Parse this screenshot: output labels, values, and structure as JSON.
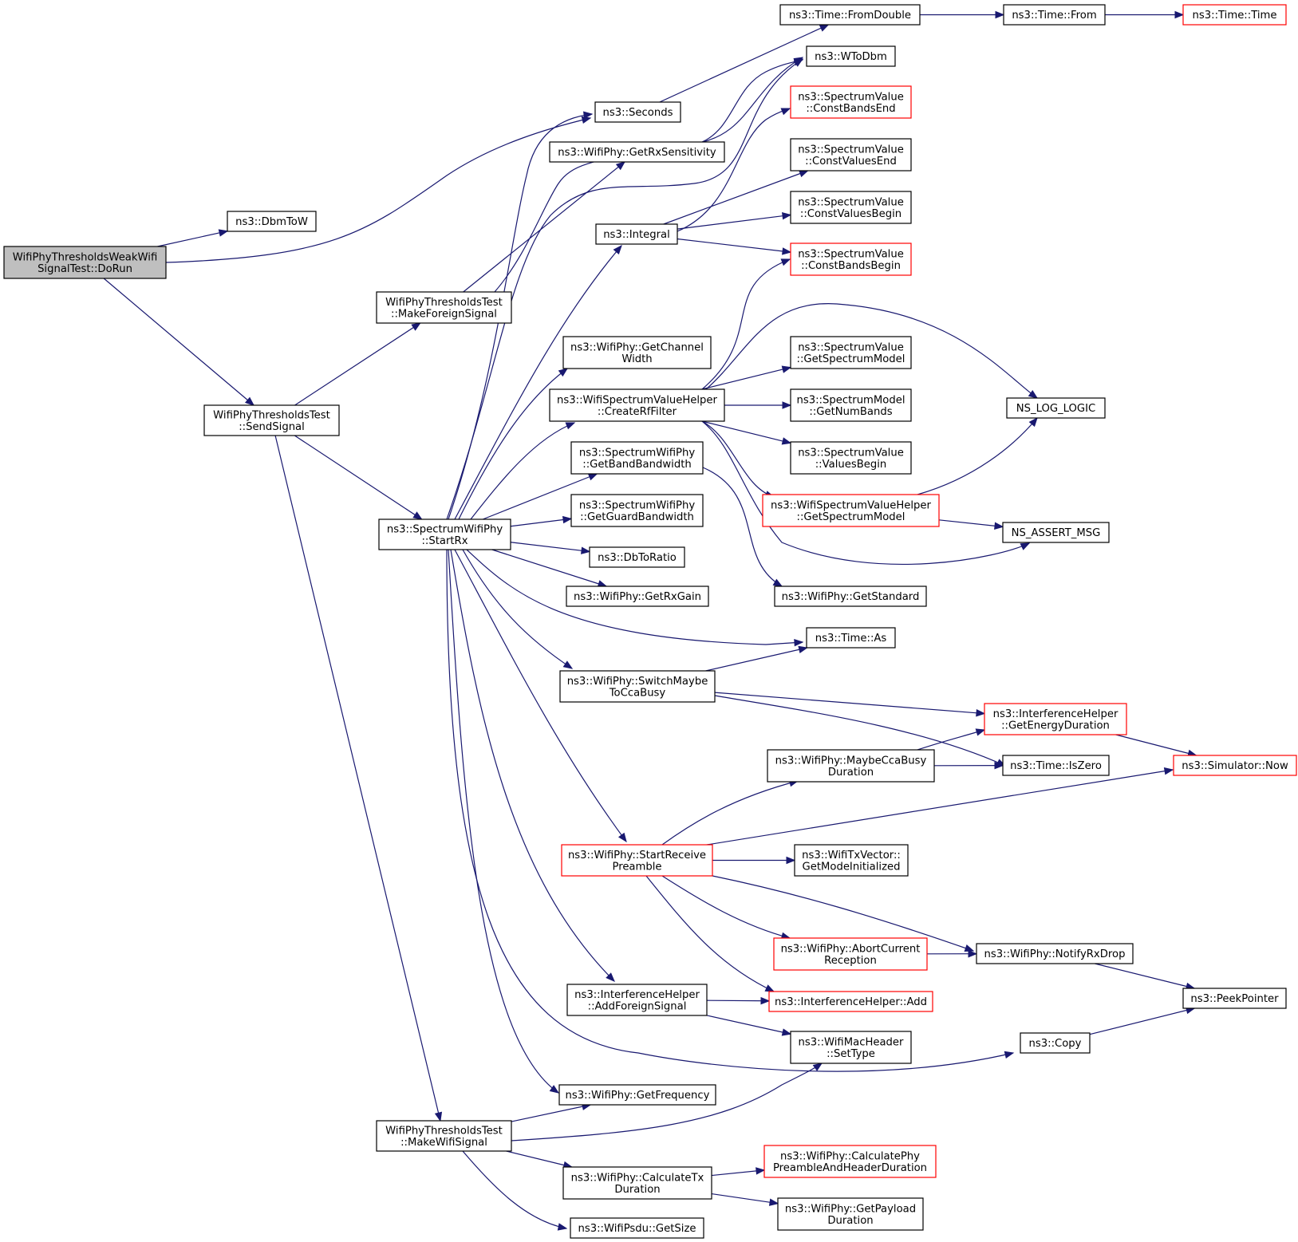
{
  "graph": {
    "type": "call-graph",
    "colors": {
      "edge": "#191970",
      "node_border": "#000000",
      "truncated_border": "#ff0000",
      "root_fill": "#bfbfbf",
      "node_fill": "#ffffff"
    },
    "nodes": [
      {
        "id": "dorun",
        "lines": [
          "WifiPhyThresholdsWeakWifi",
          "SignalTest::DoRun"
        ],
        "kind": "root"
      },
      {
        "id": "dbmtow",
        "lines": [
          "ns3::DbmToW"
        ],
        "kind": "normal"
      },
      {
        "id": "sendsignal",
        "lines": [
          "WifiPhyThresholdsTest",
          "::SendSignal"
        ],
        "kind": "normal"
      },
      {
        "id": "seconds",
        "lines": [
          "ns3::Seconds"
        ],
        "kind": "normal"
      },
      {
        "id": "fromdouble",
        "lines": [
          "ns3::Time::FromDouble"
        ],
        "kind": "normal"
      },
      {
        "id": "timefrom",
        "lines": [
          "ns3::Time::From"
        ],
        "kind": "normal"
      },
      {
        "id": "timetime",
        "lines": [
          "ns3::Time::Time"
        ],
        "kind": "truncated"
      },
      {
        "id": "wtodbm",
        "lines": [
          "ns3::WToDbm"
        ],
        "kind": "normal"
      },
      {
        "id": "makeforeign",
        "lines": [
          "WifiPhyThresholdsTest",
          "::MakeForeignSignal"
        ],
        "kind": "normal"
      },
      {
        "id": "getrxsens",
        "lines": [
          "ns3::WifiPhy::GetRxSensitivity"
        ],
        "kind": "normal"
      },
      {
        "id": "startrx",
        "lines": [
          "ns3::SpectrumWifiPhy",
          "::StartRx"
        ],
        "kind": "normal"
      },
      {
        "id": "makewifi",
        "lines": [
          "WifiPhyThresholdsTest",
          "::MakeWifiSignal"
        ],
        "kind": "normal"
      },
      {
        "id": "integral",
        "lines": [
          "ns3::Integral"
        ],
        "kind": "normal"
      },
      {
        "id": "constbandsend",
        "lines": [
          "ns3::SpectrumValue",
          "::ConstBandsEnd"
        ],
        "kind": "truncated"
      },
      {
        "id": "constvaluesend",
        "lines": [
          "ns3::SpectrumValue",
          "::ConstValuesEnd"
        ],
        "kind": "normal"
      },
      {
        "id": "constvaluesbegin",
        "lines": [
          "ns3::SpectrumValue",
          "::ConstValuesBegin"
        ],
        "kind": "normal"
      },
      {
        "id": "constbandsbegin",
        "lines": [
          "ns3::SpectrumValue",
          "::ConstBandsBegin"
        ],
        "kind": "truncated"
      },
      {
        "id": "getchanwidth",
        "lines": [
          "ns3::WifiPhy::GetChannel",
          "Width"
        ],
        "kind": "normal"
      },
      {
        "id": "createrf",
        "lines": [
          "ns3::WifiSpectrumValueHelper",
          "::CreateRfFilter"
        ],
        "kind": "normal"
      },
      {
        "id": "getspecmodel",
        "lines": [
          "ns3::SpectrumValue",
          "::GetSpectrumModel"
        ],
        "kind": "normal"
      },
      {
        "id": "getnumbands",
        "lines": [
          "ns3::SpectrumModel",
          "::GetNumBands"
        ],
        "kind": "normal"
      },
      {
        "id": "valuesbegin",
        "lines": [
          "ns3::SpectrumValue",
          "::ValuesBegin"
        ],
        "kind": "normal"
      },
      {
        "id": "wsvhgetspecmodel",
        "lines": [
          "ns3::WifiSpectrumValueHelper",
          "::GetSpectrumModel"
        ],
        "kind": "truncated"
      },
      {
        "id": "nsloglogic",
        "lines": [
          "NS_LOG_LOGIC"
        ],
        "kind": "normal"
      },
      {
        "id": "nsassertmsg",
        "lines": [
          "NS_ASSERT_MSG"
        ],
        "kind": "normal"
      },
      {
        "id": "getbandbw",
        "lines": [
          "ns3::SpectrumWifiPhy",
          "::GetBandBandwidth"
        ],
        "kind": "normal"
      },
      {
        "id": "getguardbw",
        "lines": [
          "ns3::SpectrumWifiPhy",
          "::GetGuardBandwidth"
        ],
        "kind": "normal"
      },
      {
        "id": "dbtoratio",
        "lines": [
          "ns3::DbToRatio"
        ],
        "kind": "normal"
      },
      {
        "id": "getrxgain",
        "lines": [
          "ns3::WifiPhy::GetRxGain"
        ],
        "kind": "normal"
      },
      {
        "id": "getstandard",
        "lines": [
          "ns3::WifiPhy::GetStandard"
        ],
        "kind": "normal"
      },
      {
        "id": "timeas",
        "lines": [
          "ns3::Time::As"
        ],
        "kind": "normal"
      },
      {
        "id": "switchmaybe",
        "lines": [
          "ns3::WifiPhy::SwitchMaybe",
          "ToCcaBusy"
        ],
        "kind": "normal"
      },
      {
        "id": "getenergydur",
        "lines": [
          "ns3::InterferenceHelper",
          "::GetEnergyDuration"
        ],
        "kind": "truncated"
      },
      {
        "id": "maybeccabusy",
        "lines": [
          "ns3::WifiPhy::MaybeCcaBusy",
          "Duration"
        ],
        "kind": "normal"
      },
      {
        "id": "iszero",
        "lines": [
          "ns3::Time::IsZero"
        ],
        "kind": "normal"
      },
      {
        "id": "simnow",
        "lines": [
          "ns3::Simulator::Now"
        ],
        "kind": "truncated"
      },
      {
        "id": "startrecvpre",
        "lines": [
          "ns3::WifiPhy::StartReceive",
          "Preamble"
        ],
        "kind": "truncated"
      },
      {
        "id": "getmodeinit",
        "lines": [
          "ns3::WifiTxVector::",
          "GetModeInitialized"
        ],
        "kind": "normal"
      },
      {
        "id": "abortcurrent",
        "lines": [
          "ns3::WifiPhy::AbortCurrent",
          "Reception"
        ],
        "kind": "truncated"
      },
      {
        "id": "notifyrxdrop",
        "lines": [
          "ns3::WifiPhy::NotifyRxDrop"
        ],
        "kind": "normal"
      },
      {
        "id": "peekpointer",
        "lines": [
          "ns3::PeekPointer"
        ],
        "kind": "normal"
      },
      {
        "id": "addforeign",
        "lines": [
          "ns3::InterferenceHelper",
          "::AddForeignSignal"
        ],
        "kind": "normal"
      },
      {
        "id": "ihadd",
        "lines": [
          "ns3::InterferenceHelper::Add"
        ],
        "kind": "truncated"
      },
      {
        "id": "settype",
        "lines": [
          "ns3::WifiMacHeader",
          "::SetType"
        ],
        "kind": "normal"
      },
      {
        "id": "copy",
        "lines": [
          "ns3::Copy"
        ],
        "kind": "normal"
      },
      {
        "id": "getfreq",
        "lines": [
          "ns3::WifiPhy::GetFrequency"
        ],
        "kind": "normal"
      },
      {
        "id": "calctxdur",
        "lines": [
          "ns3::WifiPhy::CalculateTx",
          "Duration"
        ],
        "kind": "normal"
      },
      {
        "id": "calcphypre",
        "lines": [
          "ns3::WifiPhy::CalculatePhy",
          "PreambleAndHeaderDuration"
        ],
        "kind": "truncated"
      },
      {
        "id": "getpayloaddur",
        "lines": [
          "ns3::WifiPhy::GetPayload",
          "Duration"
        ],
        "kind": "normal"
      },
      {
        "id": "psdugetsize",
        "lines": [
          "ns3::WifiPsdu::GetSize"
        ],
        "kind": "normal"
      }
    ],
    "edges": [
      [
        "dorun",
        "dbmtow"
      ],
      [
        "dorun",
        "seconds"
      ],
      [
        "dorun",
        "sendsignal"
      ],
      [
        "seconds",
        "fromdouble"
      ],
      [
        "fromdouble",
        "timefrom"
      ],
      [
        "timefrom",
        "timetime"
      ],
      [
        "sendsignal",
        "makeforeign"
      ],
      [
        "sendsignal",
        "startrx"
      ],
      [
        "sendsignal",
        "makewifi"
      ],
      [
        "makeforeign",
        "wtodbm"
      ],
      [
        "makeforeign",
        "getrxsens"
      ],
      [
        "getrxsens",
        "wtodbm"
      ],
      [
        "startrx",
        "seconds"
      ],
      [
        "startrx",
        "wtodbm"
      ],
      [
        "startrx",
        "integral"
      ],
      [
        "startrx",
        "getchanwidth"
      ],
      [
        "startrx",
        "createrf"
      ],
      [
        "startrx",
        "getbandbw"
      ],
      [
        "startrx",
        "getguardbw"
      ],
      [
        "startrx",
        "dbtoratio"
      ],
      [
        "startrx",
        "getrxgain"
      ],
      [
        "startrx",
        "timeas"
      ],
      [
        "startrx",
        "switchmaybe"
      ],
      [
        "startrx",
        "startrecvpre"
      ],
      [
        "startrx",
        "addforeign"
      ],
      [
        "startrx",
        "getfreq"
      ],
      [
        "startrx",
        "copy"
      ],
      [
        "integral",
        "constbandsend"
      ],
      [
        "integral",
        "constvaluesend"
      ],
      [
        "integral",
        "constvaluesbegin"
      ],
      [
        "integral",
        "constbandsbegin"
      ],
      [
        "createrf",
        "constbandsbegin"
      ],
      [
        "createrf",
        "nsloglogic"
      ],
      [
        "createrf",
        "getspecmodel"
      ],
      [
        "createrf",
        "getnumbands"
      ],
      [
        "createrf",
        "valuesbegin"
      ],
      [
        "createrf",
        "wsvhgetspecmodel"
      ],
      [
        "createrf",
        "nsassertmsg"
      ],
      [
        "wsvhgetspecmodel",
        "nsloglogic"
      ],
      [
        "wsvhgetspecmodel",
        "nsassertmsg"
      ],
      [
        "getbandbw",
        "getstandard"
      ],
      [
        "switchmaybe",
        "timeas"
      ],
      [
        "switchmaybe",
        "getenergydur"
      ],
      [
        "switchmaybe",
        "iszero"
      ],
      [
        "getenergydur",
        "simnow"
      ],
      [
        "maybeccabusy",
        "getenergydur"
      ],
      [
        "maybeccabusy",
        "iszero"
      ],
      [
        "startrecvpre",
        "maybeccabusy"
      ],
      [
        "startrecvpre",
        "simnow"
      ],
      [
        "startrecvpre",
        "getmodeinit"
      ],
      [
        "startrecvpre",
        "abortcurrent"
      ],
      [
        "startrecvpre",
        "notifyrxdrop"
      ],
      [
        "startrecvpre",
        "ihadd"
      ],
      [
        "abortcurrent",
        "notifyrxdrop"
      ],
      [
        "notifyrxdrop",
        "peekpointer"
      ],
      [
        "addforeign",
        "ihadd"
      ],
      [
        "addforeign",
        "settype"
      ],
      [
        "copy",
        "peekpointer"
      ],
      [
        "makewifi",
        "getfreq"
      ],
      [
        "makewifi",
        "settype"
      ],
      [
        "makewifi",
        "calctxdur"
      ],
      [
        "makewifi",
        "psdugetsize"
      ],
      [
        "calctxdur",
        "calcphypre"
      ],
      [
        "calctxdur",
        "getpayloaddur"
      ]
    ]
  }
}
